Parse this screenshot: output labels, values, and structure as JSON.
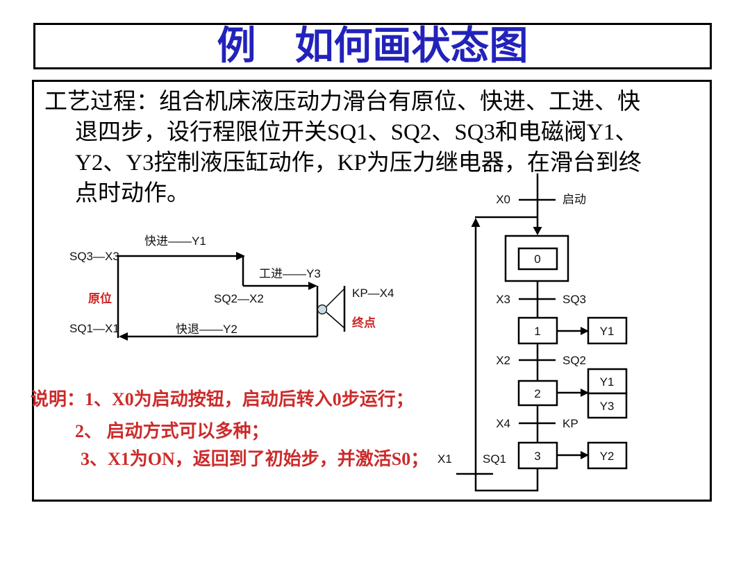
{
  "slide": {
    "title": "例　如何画状态图"
  },
  "body": {
    "lines": [
      "工艺过程：组合机床液压动力滑台有原位、快进、工进、快",
      "退四步，设行程限位开关SQ1、SQ2、SQ3和电磁阀Y1、",
      "Y2、Y3控制液压缸动作，KP为压力继电器，在滑台到终",
      "点时动作。"
    ]
  },
  "motion": {
    "fast_forward": "快进——Y1",
    "sq3_x3": "SQ3—X3",
    "work_forward": "工进——Y3",
    "sq2_x2": "SQ2—X2",
    "home": "原位",
    "fast_retreat": "快退——Y2",
    "sq1_x1": "SQ1—X1",
    "kp_x4": "KP—X4",
    "end_point": "终点"
  },
  "state": {
    "transitions": [
      {
        "left": "X0",
        "right": "启动"
      },
      {
        "left": "X3",
        "right": "SQ3"
      },
      {
        "left": "X2",
        "right": "SQ2"
      },
      {
        "left": "X4",
        "right": "KP"
      },
      {
        "left": "X1",
        "right": "SQ1"
      }
    ],
    "steps": [
      "0",
      "1",
      "2",
      "3"
    ],
    "actions": [
      "Y1",
      "Y1",
      "Y3",
      "Y2"
    ]
  },
  "notes": {
    "lines": [
      "说明：1、X0为启动按钮，启动后转入0步运行；",
      "2、 启动方式可以多种；",
      "3、X1为ON，返回到了初始步，并激活S0；"
    ]
  },
  "colors": {
    "title_blue": "#2222bb",
    "note_red": "#cc2b2b",
    "diagram_red": "#cc2222",
    "ink": "#000000"
  }
}
